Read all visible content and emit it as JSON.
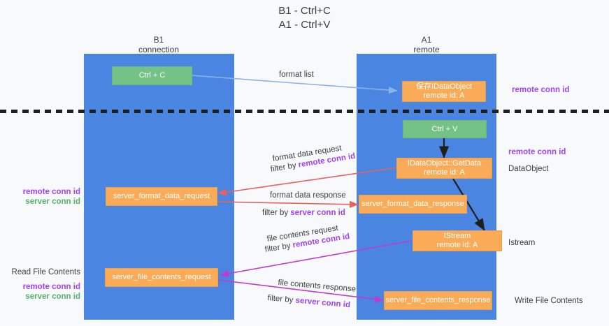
{
  "title": {
    "line1": "B1 - Ctrl+C",
    "line2": "A1 - Ctrl+V"
  },
  "columns": [
    {
      "name": "B1",
      "role": "connection"
    },
    {
      "name": "A1",
      "role": "remote"
    }
  ],
  "nodes": {
    "ctrl_c": {
      "label": "Ctrl + C",
      "color": "#74c286"
    },
    "save_idataobject": {
      "line1": "保存IDataObject",
      "line2": "remote id: A",
      "color": "#f9ab57"
    },
    "ctrl_v": {
      "label": "Ctrl + V",
      "color": "#74c286"
    },
    "getdata": {
      "line1": "IDataObject::GetData",
      "line2": "remote id: A",
      "color": "#f9ab57"
    },
    "fmt_request": {
      "label": "server_format_data_request",
      "color": "#f9ab57"
    },
    "fmt_response": {
      "label": "server_format_data_response",
      "color": "#f9ab57"
    },
    "istream": {
      "line1": "IStream",
      "line2": "remote id: A",
      "color": "#f9ab57"
    },
    "file_request": {
      "label": "server_file_contents_request",
      "color": "#f9ab57"
    },
    "file_response": {
      "label": "server_file_contents_response",
      "color": "#f9ab57"
    }
  },
  "edge_labels": {
    "format_list": "format list",
    "format_data_request": "format data request",
    "format_data_request_filter_prefix": "filter by ",
    "format_data_request_filter_key": "remote conn id",
    "format_data_response": "format data response",
    "format_data_response_filter_prefix": "filter by ",
    "format_data_response_filter_key": "server conn id",
    "file_contents_request": "file contents request",
    "file_contents_request_filter_prefix": "filter by ",
    "file_contents_request_filter_key": "remote conn id",
    "file_contents_response": "file contents response",
    "file_contents_response_filter_prefix": "filter by ",
    "file_contents_response_filter_key": "server conn id"
  },
  "annotations": {
    "right_top": "remote conn id",
    "right_mid_key": "remote conn id",
    "right_mid_label": "DataObject",
    "right_istream": "Istream",
    "right_write": "Write File Contents",
    "left_mid_key1": "remote conn id",
    "left_mid_key2": "server conn id",
    "left_bottom_title": "Read File Contents",
    "left_bottom_key1": "remote conn id",
    "left_bottom_key2": "server conn id"
  },
  "colors": {
    "lane": "#4a86e1",
    "green_node": "#74c286",
    "orange_node": "#f9ab57",
    "purple": "#a142f4",
    "green_text": "#51b36a",
    "red_arrow": "#e8615f",
    "magenta_arrow": "#c23ad0",
    "blue_arrow": "#8ab4e8",
    "black_arrow": "#1f1f1f",
    "background": "#f8f9fa"
  }
}
